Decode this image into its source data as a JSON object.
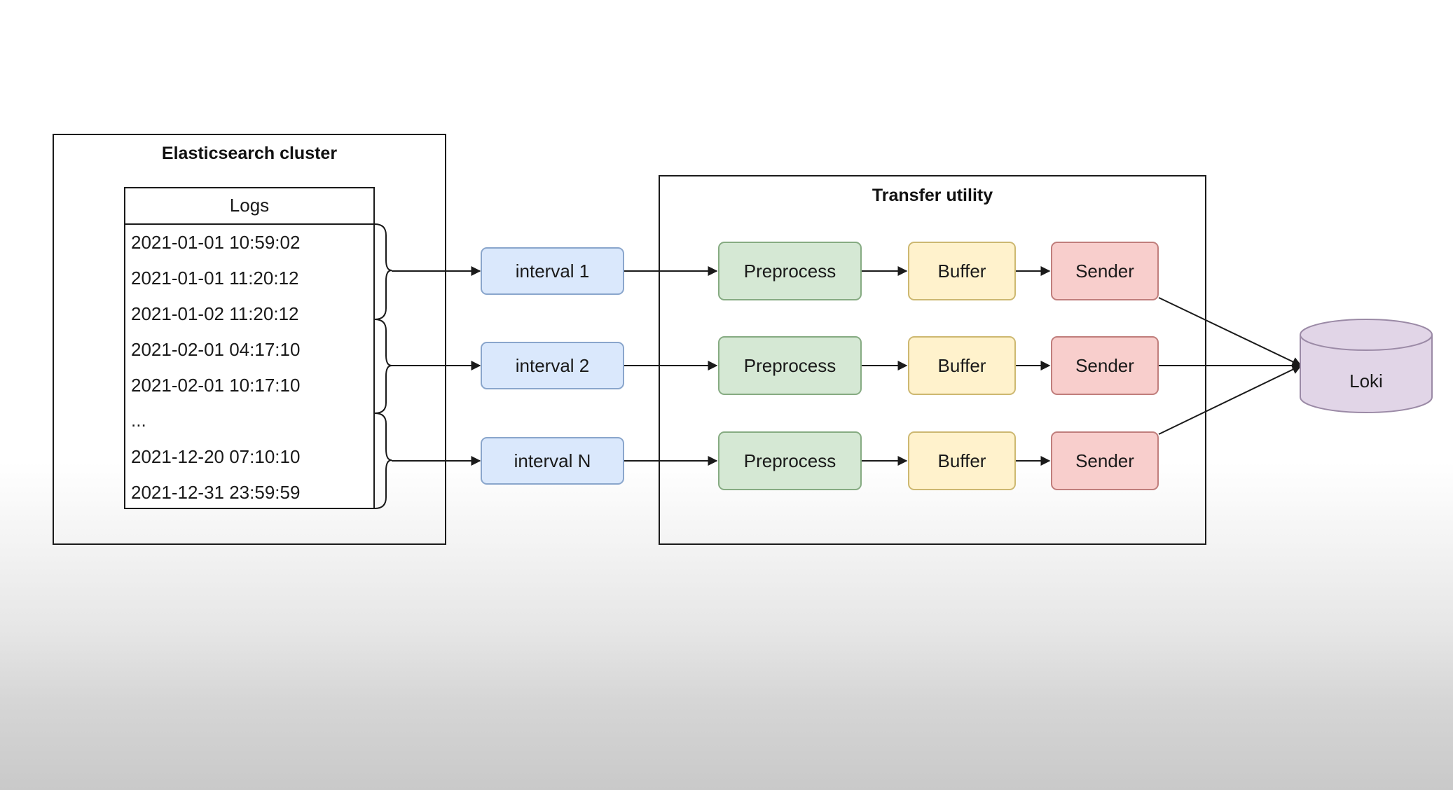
{
  "elasticsearch": {
    "title": "Elasticsearch cluster",
    "logs_header": "Logs",
    "log_rows": [
      "2021-01-01 10:59:02",
      "2021-01-01 11:20:12",
      "2021-01-02 11:20:12",
      "2021-02-01 04:17:10",
      "2021-02-01 10:17:10",
      "...",
      "2021-12-20 07:10:10",
      "2021-12-31 23:59:59"
    ]
  },
  "intervals": [
    "interval 1",
    "interval 2",
    "interval N"
  ],
  "transfer": {
    "title": "Transfer utility",
    "pipelines": [
      {
        "preprocess": "Preprocess",
        "buffer": "Buffer",
        "sender": "Sender"
      },
      {
        "preprocess": "Preprocess",
        "buffer": "Buffer",
        "sender": "Sender"
      },
      {
        "preprocess": "Preprocess",
        "buffer": "Buffer",
        "sender": "Sender"
      }
    ]
  },
  "loki": {
    "label": "Loki"
  },
  "colors": {
    "interval_fill": "#dae8fc",
    "interval_stroke": "#8aa6cc",
    "preprocess_fill": "#d5e8d4",
    "preprocess_stroke": "#86ab82",
    "buffer_fill": "#fff2cc",
    "buffer_stroke": "#cdb871",
    "sender_fill": "#f8cecc",
    "sender_stroke": "#c07e7c",
    "database_fill": "#e1d5e7",
    "database_stroke": "#9b8aa6",
    "line": "#1a1a1a"
  }
}
